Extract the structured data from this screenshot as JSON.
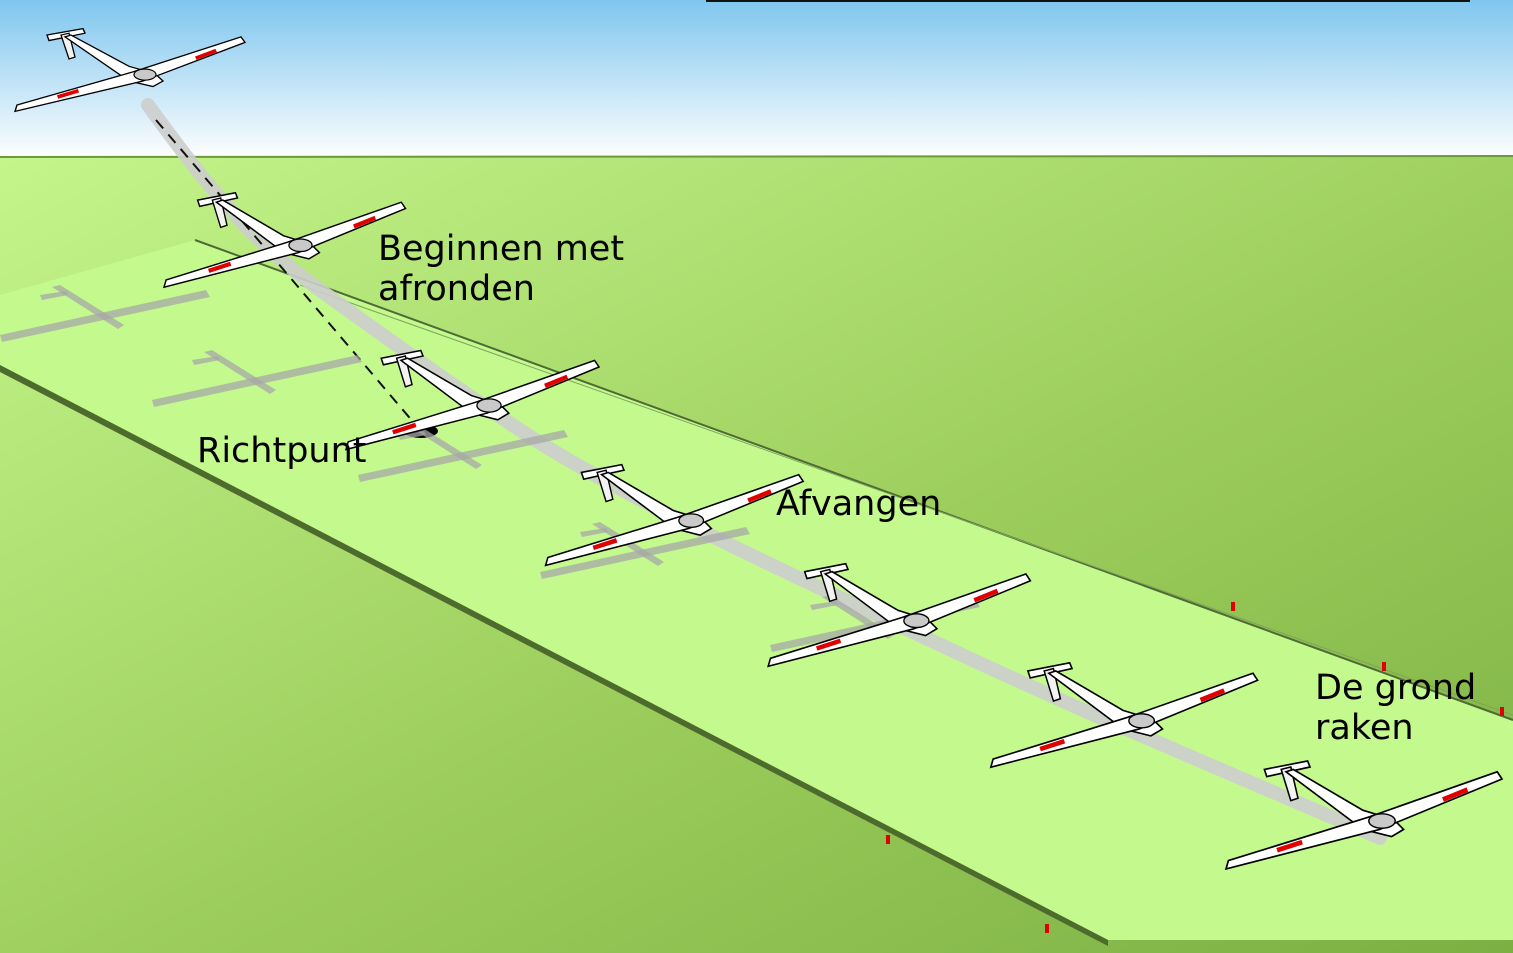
{
  "labels": {
    "beginnen_line1": "Beginnen met",
    "beginnen_line2": "afronden",
    "richtpunt": "Richtpunt",
    "afvangen": "Afvangen",
    "grond_line1": "De grond",
    "grond_line2": "raken"
  },
  "colors": {
    "sky_top": "#7fc6ee",
    "sky_bottom": "#ffffff",
    "grass": "#86bd4a",
    "field": "#bff48a",
    "runway": "#d7f9a6",
    "path": "#cfcfcf",
    "glider": "#ffffff",
    "glider_stripe": "#e00000",
    "marker": "#e00000",
    "aim_point": "#000000"
  },
  "icons": [
    "glider-icon",
    "glider-shadow-icon",
    "aim-point-icon",
    "runway-marker-icon"
  ]
}
